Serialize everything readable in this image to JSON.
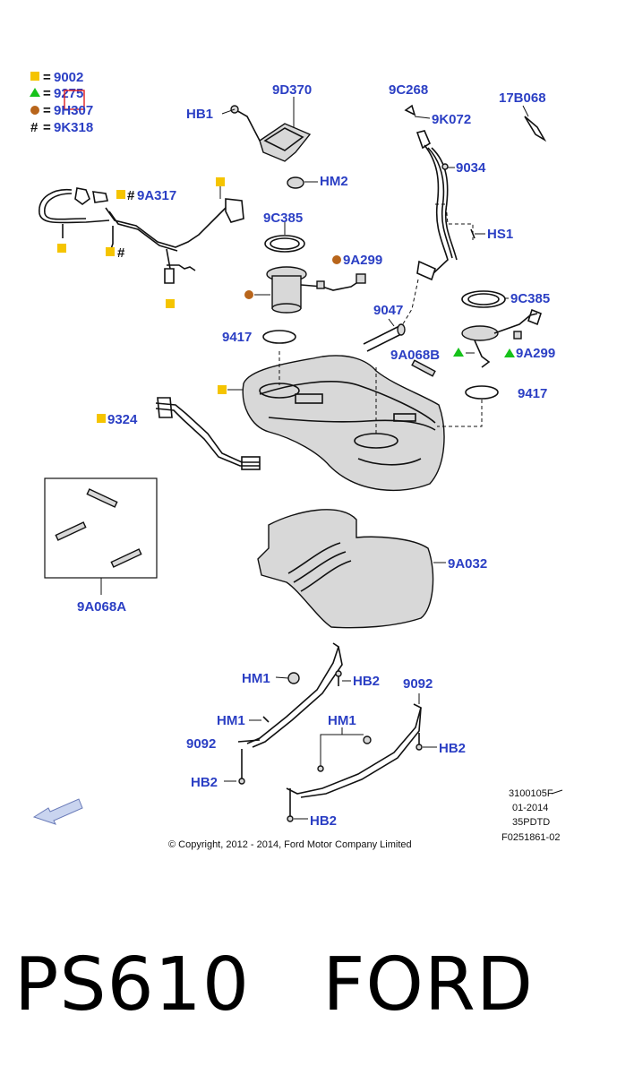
{
  "legend": {
    "square": "9002",
    "triangle": "9275",
    "circle": "9H307",
    "hash": "9K318"
  },
  "labels": {
    "p9D370": "9D370",
    "pHB1": "HB1",
    "pHM2": "HM2",
    "p9C268": "9C268",
    "p9K072": "9K072",
    "p17B068": "17B068",
    "p9034": "9034",
    "pHS1": "HS1",
    "p9A317": "9A317",
    "p9C385a": "9C385",
    "p9A299a": "9A299",
    "p9047": "9047",
    "p9C385b": "9C385",
    "p9417a": "9417",
    "p9A299b": "9A299",
    "p9A068B": "9A068B",
    "p9417b": "9417",
    "p9324": "9324",
    "p9A068A": "9A068A",
    "p9A032": "9A032",
    "pHM1a": "HM1",
    "pHB2a": "HB2",
    "p9092a": "9092",
    "pHM1b": "HM1",
    "pHM1c": "HM1",
    "p9092b": "9092",
    "pHB2b": "HB2",
    "pHB2c": "HB2",
    "pHB2d": "HB2"
  },
  "info": {
    "line1": "3100105F",
    "line2": "01-2014",
    "line3": "35PDTD",
    "line4": "F0251861-02"
  },
  "copyright": "© Copyright, 2012 - 2014, Ford Motor Company Limited",
  "footer": "PS610   FORD",
  "colors": {
    "label": "#2b3fc4",
    "square": "#f5c400",
    "triangle": "#16c21a",
    "circle": "#b8651b",
    "highlight": "#e02020"
  }
}
